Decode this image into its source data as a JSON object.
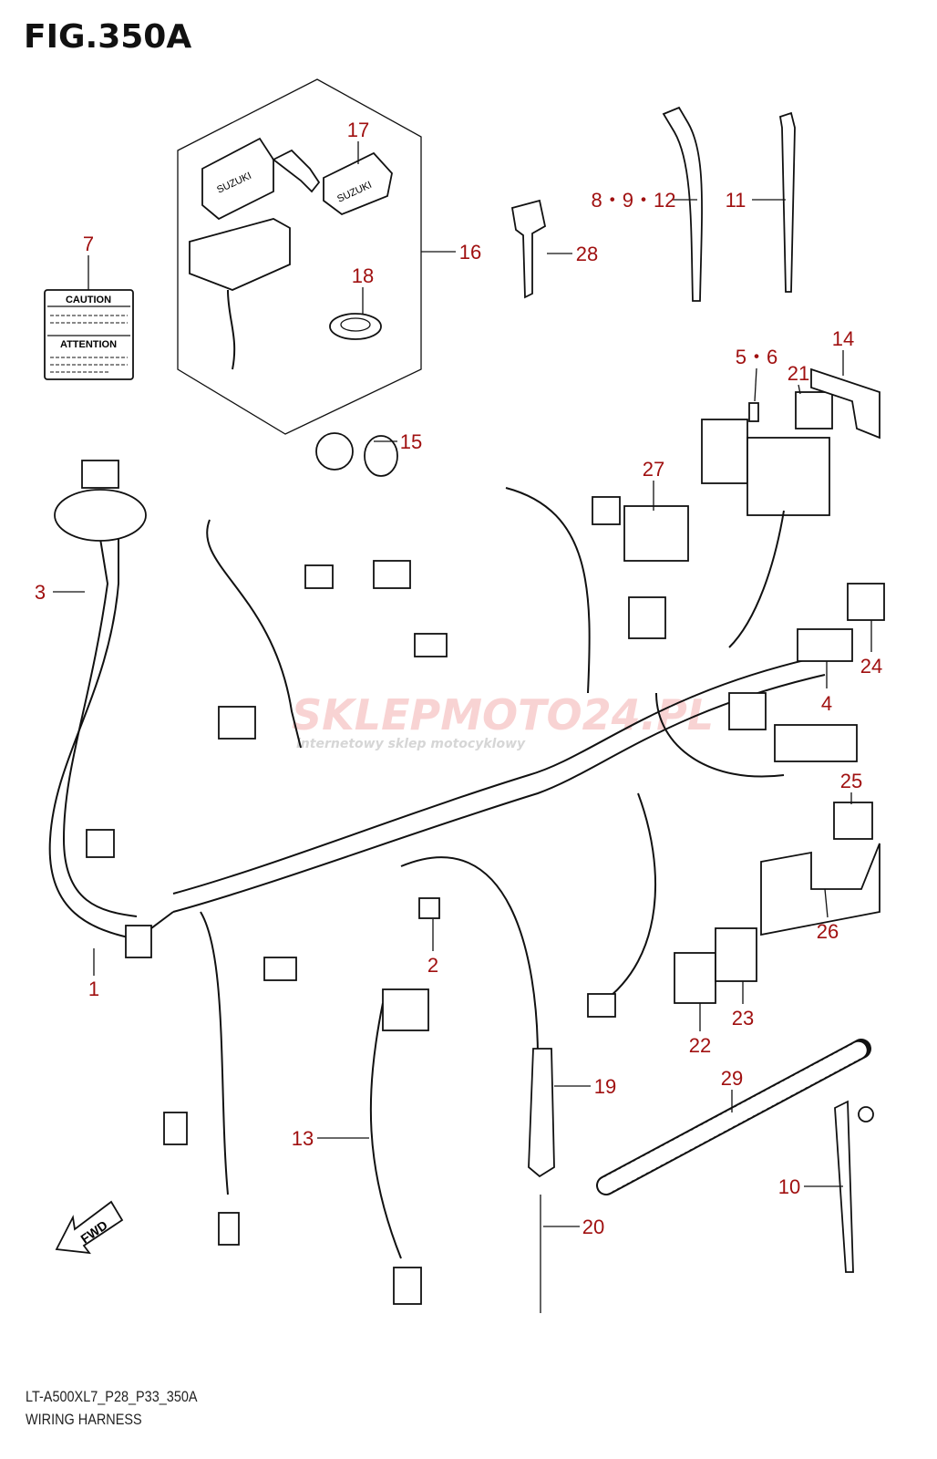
{
  "header": {
    "title": "FIG.350A"
  },
  "footer": {
    "code": "LT-A500XL7_P28_P33_350A",
    "subtitle": "WIRING HARNESS"
  },
  "labels": {
    "caution": "CAUTION",
    "attention": "ATTENTION",
    "brand": "SUZUKI",
    "fwd": "FWD"
  },
  "watermark": {
    "main": "SKLEPMOTO24.PL",
    "sub": "internetowy sklep motocyklowy"
  },
  "callout_color": "#a01010",
  "callouts": [
    "17",
    "16",
    "7",
    "18",
    "28",
    "8・9・12",
    "11",
    "14",
    "5・6",
    "21",
    "15",
    "27",
    "3",
    "24",
    "4",
    "25",
    "26",
    "1",
    "2",
    "23",
    "22",
    "29",
    "19",
    "13",
    "10",
    "20"
  ]
}
